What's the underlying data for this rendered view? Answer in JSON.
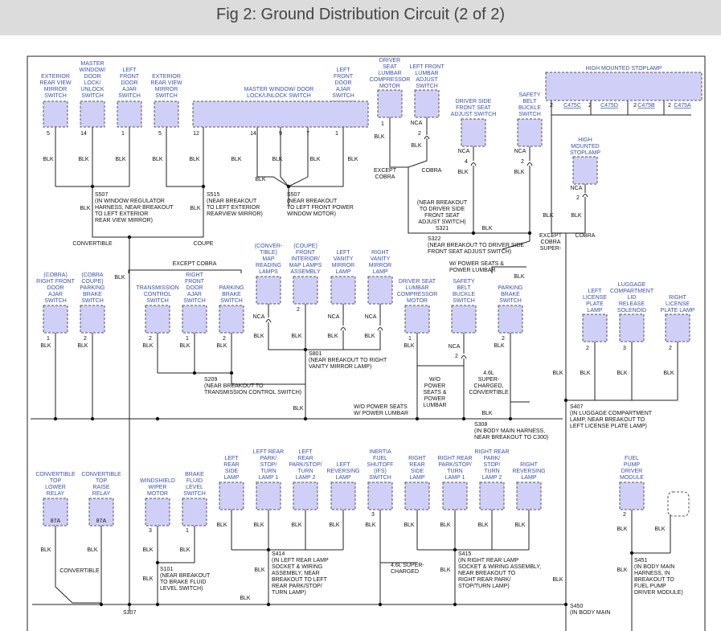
{
  "header": {
    "title": "Fig 2: Ground Distribution Circuit (2 of 2)"
  },
  "components": [
    {
      "id": "c1",
      "lines": [
        "EXTERIOR",
        "REAR VIEW",
        "MIRROR",
        "SWITCH"
      ],
      "pin": "5"
    },
    {
      "id": "c2",
      "lines": [
        "MASTER",
        "WINDOW/",
        "DOOR",
        "LOCK/",
        "UNLOCK",
        "SWITCH"
      ],
      "pin": "14"
    },
    {
      "id": "c3",
      "lines": [
        "LEFT",
        "FRONT",
        "DOOR",
        "AJAR",
        "SWITCH"
      ],
      "pin": "1"
    },
    {
      "id": "c4",
      "lines": [
        "EXTERIOR",
        "REAR VIEW",
        "MIRROR",
        "SWITCH"
      ],
      "pin": "5"
    },
    {
      "id": "c5",
      "lines": [
        "MASTER WINDOW/ DOOR",
        "LOCK/UNLOCK SWITCH"
      ],
      "pins": [
        "12",
        "14",
        "9",
        "7"
      ]
    },
    {
      "id": "c6",
      "lines": [
        "LEFT",
        "FRONT",
        "DOOR",
        "AJAR",
        "SWITCH"
      ],
      "pin": "1"
    },
    {
      "id": "c7",
      "lines": [
        "DRIVER",
        "SEAT",
        "LUMBAR",
        "COMPRESSOR",
        "MOTOR"
      ],
      "pin": "1"
    },
    {
      "id": "c8",
      "lines": [
        "LEFT FRONT",
        "LUMBAR",
        "ADJUST",
        "SWITCH"
      ],
      "pin": "2"
    },
    {
      "id": "c9",
      "lines": [
        "DRIVER SIDE",
        "FRONT SEAT",
        "ADJUST SWITCH"
      ],
      "pin": "4"
    },
    {
      "id": "c10",
      "lines": [
        "SAFETY",
        "BELT",
        "BUCKLE",
        "SWITCH"
      ],
      "pin": "2"
    },
    {
      "id": "c11",
      "lines": [
        "HIGH MOUNTED STOPLAMP"
      ],
      "pins": [
        "2",
        "2",
        "2",
        "2"
      ]
    },
    {
      "id": "c12",
      "lines": [
        "HIGH",
        "MOUNTED",
        "STOPLAMP"
      ],
      "pin": "2"
    },
    {
      "id": "c13",
      "lines": [
        "(COBRA)",
        "RIGHT FRONT",
        "DOOR",
        "AJAR",
        "SWITCH"
      ],
      "pin": "1"
    },
    {
      "id": "c14",
      "lines": [
        "(COBRA",
        "COUPE)",
        "PARKING",
        "BRAKE",
        "SWITCH"
      ],
      "pin": "2"
    },
    {
      "id": "c15",
      "lines": [
        "TRANSMISSION",
        "CONTROL",
        "SWITCH"
      ],
      "pin": "2"
    },
    {
      "id": "c16",
      "lines": [
        "RIGHT",
        "FRONT",
        "DOOR",
        "AJAR",
        "SWITCH"
      ],
      "pin": "1"
    },
    {
      "id": "c17",
      "lines": [
        "PARKING",
        "BRAKE",
        "SWITCH"
      ],
      "pin": "2"
    },
    {
      "id": "c18",
      "lines": [
        "(CONVER-",
        "TIBLE)",
        "MAP",
        "READING",
        "LAMPS"
      ],
      "pin": ""
    },
    {
      "id": "c19",
      "lines": [
        "(COUPE)",
        "FRONT",
        "INTERIOR/",
        "MAP LAMPS",
        "ASSEMBLY"
      ],
      "pin": "2"
    },
    {
      "id": "c20",
      "lines": [
        "LEFT",
        "VANITY",
        "MIRROR",
        "LAMP"
      ],
      "pin": ""
    },
    {
      "id": "c21",
      "lines": [
        "RIGHT",
        "VANITY",
        "MIRROR",
        "LAMP"
      ],
      "pin": ""
    },
    {
      "id": "c22",
      "lines": [
        "DRIVER SEAT",
        "LUMBAR",
        "COMPRESSOR",
        "MOTOR"
      ],
      "pin": "1"
    },
    {
      "id": "c23",
      "lines": [
        "SAFETY",
        "BELT",
        "BUCKLE",
        "SWITCH"
      ],
      "pin": "2"
    },
    {
      "id": "c24",
      "lines": [
        "PARKING",
        "BRAKE",
        "SWITCH"
      ],
      "pin": "2"
    },
    {
      "id": "c25",
      "lines": [
        "LEFT",
        "LICENSE",
        "PLATE",
        "LAMP"
      ],
      "pin": "2"
    },
    {
      "id": "c26",
      "lines": [
        "LUGGAGE",
        "COMPARTMENT",
        "LID",
        "RELEASE",
        "SOLENOID"
      ],
      "pin": "3"
    },
    {
      "id": "c27",
      "lines": [
        "RIGHT",
        "LICENSE",
        "PLATE LAMP"
      ],
      "pin": "2"
    },
    {
      "id": "c28",
      "lines": [
        "CONVERTIBLE",
        "TOP",
        "LOWER",
        "RELAY"
      ],
      "pin": "87A"
    },
    {
      "id": "c29",
      "lines": [
        "CONVERTIBLE",
        "TOP",
        "RAISE",
        "RELAY"
      ],
      "pin": "87A"
    },
    {
      "id": "c30",
      "lines": [
        "WINDSHIELD",
        "WIPER",
        "MOTOR"
      ],
      "pin": "3"
    },
    {
      "id": "c31",
      "lines": [
        "BRAKE",
        "FLUID",
        "LEVEL",
        "SWITCH"
      ],
      "pin": "1"
    },
    {
      "id": "c32",
      "lines": [
        "LEFT",
        "REAR",
        "SIDE",
        "LAMP"
      ],
      "pin": ""
    },
    {
      "id": "c33",
      "lines": [
        "LEFT REAR",
        "PARK/",
        "STOP/",
        "TURN",
        "LAMP 1"
      ],
      "pin": ""
    },
    {
      "id": "c34",
      "lines": [
        "LEFT",
        "REAR",
        "PARK/STOP/",
        "TURN",
        "LAMP 2"
      ],
      "pin": ""
    },
    {
      "id": "c35",
      "lines": [
        "LEFT",
        "REVERSING",
        "LAMP"
      ],
      "pin": ""
    },
    {
      "id": "c36",
      "lines": [
        "INERTIA",
        "FUEL",
        "SHUTOFF",
        "(IFS)",
        "SWITCH"
      ],
      "pin": "3"
    },
    {
      "id": "c37",
      "lines": [
        "RIGHT",
        "REAR",
        "SIDE",
        "LAMP"
      ],
      "pin": ""
    },
    {
      "id": "c38",
      "lines": [
        "RIGHT REAR",
        "PARK/STOP/",
        "TURN",
        "LAMP 1"
      ],
      "pin": ""
    },
    {
      "id": "c39",
      "lines": [
        "RIGHT REAR",
        "PARK/",
        "STOP/",
        "TURN",
        "LAMP 2"
      ],
      "pin": ""
    },
    {
      "id": "c40",
      "lines": [
        "RIGHT",
        "REVERSING",
        "LAMP"
      ],
      "pin": ""
    },
    {
      "id": "c41",
      "lines": [
        "FUEL",
        "PUMP",
        "DRIVER",
        "MODULE"
      ],
      "pin": "2"
    }
  ],
  "connectors": [
    "C475C",
    "C475D",
    "C475B",
    "C475A"
  ],
  "splices": [
    {
      "id": "S507a",
      "lines": [
        "S507",
        "(IN WINDOW REGULATOR",
        "HARNESS, NEAR BREAKOUT",
        "TO LEFT EXTERIOR",
        "REAR VIEW MIRROR)"
      ]
    },
    {
      "id": "S515",
      "lines": [
        "S515",
        "(NEAR BREAKOUT",
        "TO LEFT EXTERIOR",
        "REARVIEW MIRROR)"
      ]
    },
    {
      "id": "S507b",
      "lines": [
        "S507",
        "(NEAR BREAKOUT",
        "TO LEFT FRONT POWER",
        "WINDOW MOTOR)"
      ]
    },
    {
      "id": "S321",
      "lines": [
        "(NEAR BREAKOUT",
        "TO DRIVER SIDE",
        "FRONT SEAT",
        "ADJUST SWITCH)",
        "S321"
      ]
    },
    {
      "id": "S322",
      "lines": [
        "S322",
        "(NEAR BREAKOUT TO DRIVER SIDE",
        "FRONT SEAT ADJUST SWITCH)"
      ]
    },
    {
      "id": "S801",
      "lines": [
        "S801",
        "(NEAR BREAKOUT TO RIGHT",
        "VANITY MIRROR LAMP)"
      ]
    },
    {
      "id": "S209",
      "lines": [
        "S209",
        "(NEAR BREAKOUT TO",
        "TRANSMISSION CONTROL SWITCH)"
      ]
    },
    {
      "id": "S308",
      "lines": [
        "S308",
        "(IN BODY MAIN HARNESS,",
        "NEAR BREAKOUT TO C300)"
      ]
    },
    {
      "id": "S407",
      "lines": [
        "S407",
        "(IN LUGGAGE COMPARTMENT",
        "LAMP, NEAR BREAKOUT TO",
        "LEFT LICENSE PLATE LAMP)"
      ]
    },
    {
      "id": "S101",
      "lines": [
        "S101",
        "(NEAR BREAKOUT",
        "TO BRAKE FLUID",
        "LEVEL SWITCH)"
      ]
    },
    {
      "id": "S414",
      "lines": [
        "S414",
        "(IN LEFT REAR LAMP",
        "SOCKET & WIRING",
        "ASSEMBLY, NEAR",
        "BREAKOUT TO LEFT",
        "REAR PARK/STOP/",
        "TURN LAMP)"
      ]
    },
    {
      "id": "S415",
      "lines": [
        "S415",
        "(IN RIGHT REAR LAMP",
        "SOCKET & WIRING ASSEMBLY,",
        "NEAR BREAKOUT TO",
        "RIGHT REAR PARK/",
        "STOP/TURN LAMP)"
      ]
    },
    {
      "id": "S451",
      "lines": [
        "S451",
        "(IN BODY MAIN",
        "HARNESS, IN",
        "BREAKOUT TO",
        "FUEL PUMP",
        "DRIVER MODULE)"
      ]
    },
    {
      "id": "S450",
      "lines": [
        "S450",
        "(IN BODY MAIN"
      ]
    },
    {
      "id": "S307",
      "lines": [
        "S307"
      ]
    }
  ],
  "labels": {
    "convertible": "CONVERTIBLE",
    "coupe": "COUPE",
    "except_cobra_mid": "EXCEPT COBRA",
    "except_cobra_top": [
      "EXCEPT",
      "COBRA"
    ],
    "cobra": "COBRA",
    "except_cobra_super": [
      "EXCEPT",
      "COBRA",
      "SUPER-"
    ],
    "cobra_right": "COBRA",
    "w_power_seats": [
      "W/ POWER SEATS &",
      "POWER LUMBAR"
    ],
    "wo_power_seats_box": [
      "W/O",
      "POWER",
      "SEATS &",
      "POWER",
      "LUMBAR"
    ],
    "wo_power_seats_line": [
      "W/O POWER SEATS",
      "W/ POWER LUMBAR"
    ],
    "super_charged": [
      "4.6L",
      "SUPER-",
      "CHARGED,",
      "CONVERTIBLE"
    ],
    "super_charged2": [
      "4.6L SUPER-",
      "CHARGED"
    ],
    "convertible_low": "CONVERTIBLE",
    "blk": "BLK",
    "nca": "NCA"
  }
}
